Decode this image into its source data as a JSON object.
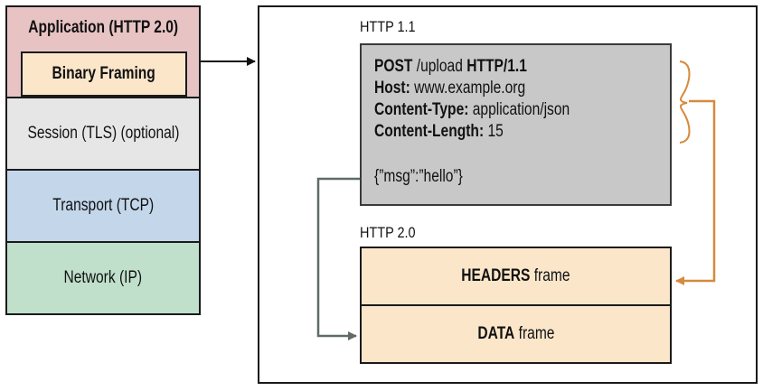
{
  "stack": {
    "application": "Application (HTTP 2.0)",
    "binary_framing": "Binary Framing",
    "session": "Session (TLS) (optional)",
    "transport": "Transport (TCP)",
    "network": "Network (IP)"
  },
  "http11": {
    "label": "HTTP 1.1",
    "line1": {
      "method": "POST",
      "path": " /upload ",
      "version": "HTTP/1.1"
    },
    "line2": {
      "key": "Host:",
      "value": " www.example.org"
    },
    "line3": {
      "key": "Content-Type:",
      "value": " application/json"
    },
    "line4": {
      "key": "Content-Length:",
      "value": " 15"
    },
    "body": "{”msg”:”hello”}"
  },
  "http20": {
    "label": "HTTP 2.0",
    "headers_frame": {
      "name": "HEADERS",
      "suffix": " frame"
    },
    "data_frame": {
      "name": "DATA",
      "suffix": " frame"
    }
  },
  "colors": {
    "application": "#e8c3c4",
    "binary_framing": "#fbe6ca",
    "session": "#e6e6e6",
    "transport": "#c3d6ea",
    "network": "#c0e0cc",
    "request_box": "#c8c8c8",
    "frame": "#fbe6ca",
    "headers_connector": "#d68a3c",
    "body_connector": "#5f6b66"
  }
}
